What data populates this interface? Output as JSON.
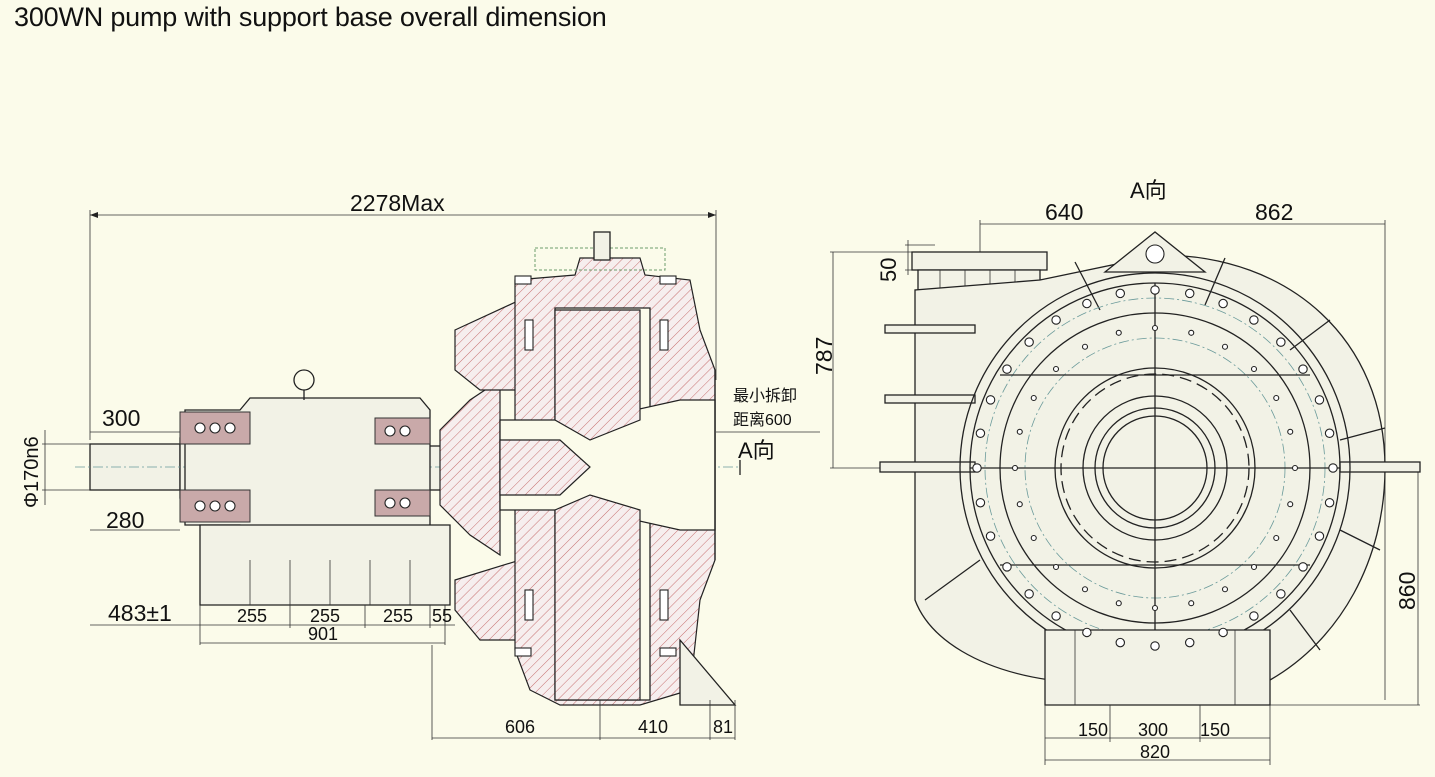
{
  "title": "300WN pump with support base overall dimension",
  "labels": {
    "overall_length": "2278Max",
    "a_view_top": "A向",
    "a_view_arrow": "A向",
    "min_removal_line1": "最小拆卸",
    "min_removal_line2": "距离600",
    "shaft_dia": "Φ170n6",
    "shaft_len_300": "300",
    "shaft_len_280": "280",
    "base_height": "483±1",
    "span1": "255",
    "span2": "255",
    "span3": "255",
    "span4": "55",
    "base_total": "901",
    "d606": "606",
    "d410": "410",
    "d81": "81",
    "w640": "640",
    "w862": "862",
    "h50": "50",
    "h787": "787",
    "h860": "860",
    "b150a": "150",
    "b300": "300",
    "b150b": "150",
    "b820": "820"
  },
  "colors": {
    "background": "#fbfbea",
    "line": "#222222",
    "hatch": "#c77070",
    "bearing": "#c9a9a9",
    "centerline": "#6a9a9a"
  }
}
